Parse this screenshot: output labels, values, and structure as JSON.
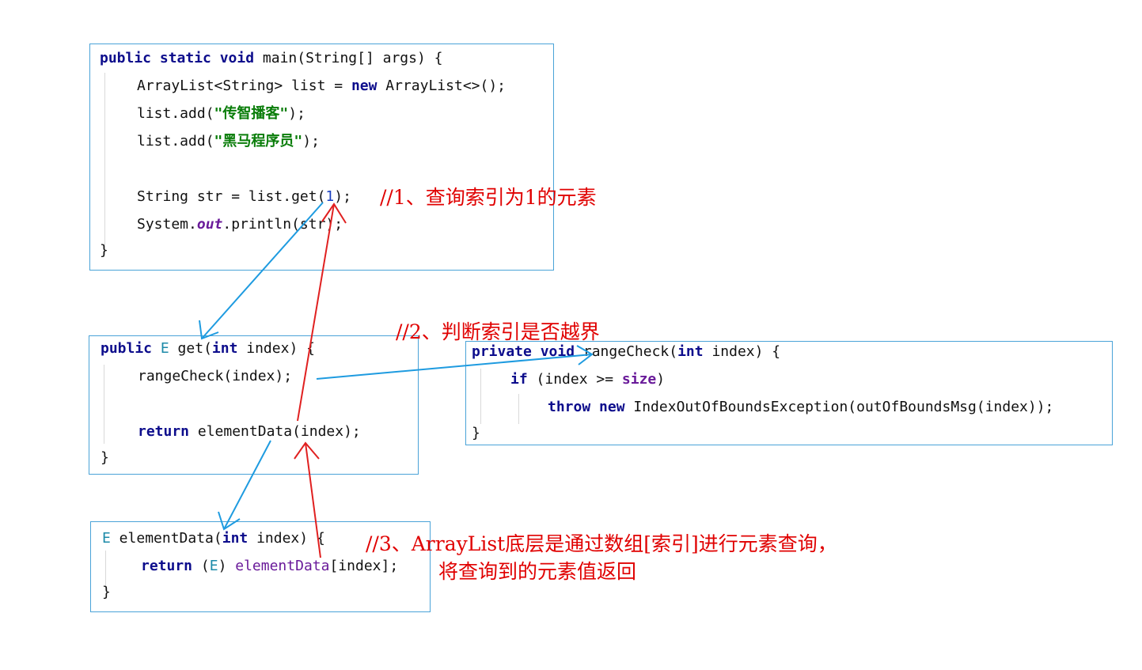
{
  "main_method": {
    "signature_kw": "public static void",
    "signature_rest": " main(String[] args) {",
    "line2_pre": "ArrayList<String> list = ",
    "line2_kw": "new",
    "line2_post": " ArrayList<>();",
    "line3_pre": "list.add(",
    "line3_str": "\"传智播客\"",
    "line3_post": ");",
    "line4_pre": "list.add(",
    "line4_str": "\"黑马程序员\"",
    "line4_post": ");",
    "line5_pre": "String str = list.get(",
    "line5_num": "1",
    "line5_post": ");",
    "line6_pre": "System.",
    "line6_fld": "out",
    "line6_post": ".println(str);",
    "close": "}"
  },
  "get_method": {
    "kw": "public",
    "type": " E",
    "name": " get(",
    "kw2": "int",
    "rest": " index) {",
    "line2": "rangeCheck(index);",
    "line3_kw": "return",
    "line3_post": " elementData(index);",
    "close": "}"
  },
  "range_check": {
    "kw": "private void",
    "name": " rangeCheck(",
    "kw2": "int",
    "rest": " index) {",
    "line2_kw": "if",
    "line2_mid": " (index >= ",
    "line2_fld": "size",
    "line2_post": ")",
    "line3_kw": "throw new",
    "line3_post": " IndexOutOfBoundsException(outOfBoundsMsg(index));",
    "close": "}"
  },
  "element_data": {
    "type": "E",
    "name": " elementData(",
    "kw2": "int",
    "rest": " index) {",
    "line2_kw": "return",
    "line2_cast_pre": " (",
    "line2_cast": "E",
    "line2_cast_post": ") ",
    "line2_fld": "elementData",
    "line2_post": "[index];",
    "close": "}"
  },
  "notes": {
    "step1": "//1、查询索引为1的元素",
    "step2": "//2、判断索引是否越界",
    "step3a": "//3、ArrayList底层是通过数组[索引]进行元素查询，",
    "step3b": "将查询到的元素值返回"
  },
  "colors": {
    "arrow_blue": "#1e9be0",
    "arrow_red": "#e02020",
    "note_red": "#e00000",
    "box_border": "#4aa3d8"
  }
}
